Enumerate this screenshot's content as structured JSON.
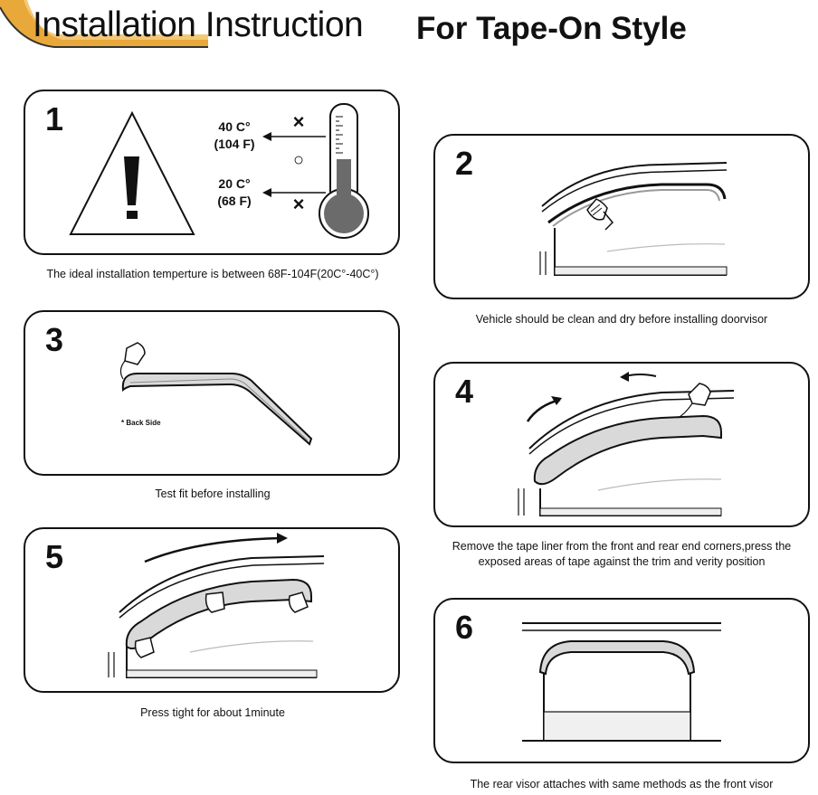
{
  "header": {
    "title": "Installation Instruction",
    "subtitle": "For Tape-On Style",
    "accent_color": "#e8a83a"
  },
  "steps": [
    {
      "number": "1",
      "caption": "The ideal installation temperture is between 68F-104F(20C°-40C°)",
      "thermometer": {
        "high_c": "40 C°",
        "high_f": "(104 F)",
        "low_c": "20 C°",
        "low_f": "(68  F)",
        "marks": [
          "×",
          "○",
          "×"
        ]
      },
      "icons": [
        "warning-triangle-icon",
        "thermometer-icon"
      ]
    },
    {
      "number": "2",
      "caption": "Vehicle should be clean and dry before installing doorvisor",
      "icons": [
        "cleaning-cloth-icon"
      ]
    },
    {
      "number": "3",
      "caption": "Test fit before installing",
      "note": "* Back Side",
      "icons": [
        "hand-peel-icon"
      ]
    },
    {
      "number": "4",
      "caption_line1": "Remove the tape liner from the front and rear end corners,press the",
      "caption_line2": "exposed areas of tape against the trim and verity position",
      "icons": [
        "hand-peel-icon",
        "arrow-icon"
      ]
    },
    {
      "number": "5",
      "caption": "Press tight for about 1minute",
      "icons": [
        "hand-press-icon",
        "arrow-icon"
      ]
    },
    {
      "number": "6",
      "caption": "The rear visor attaches with same methods as the front visor",
      "icons": [
        "rear-visor-icon"
      ]
    }
  ]
}
